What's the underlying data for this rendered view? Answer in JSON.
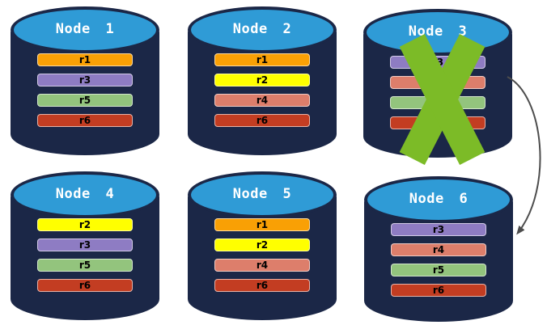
{
  "diagram": {
    "description": "Database cluster of six nodes holding replicated rows; Node 3 has failed (green X) and its replicas fail over to Node 6 (curved arrow).",
    "palette": {
      "cylinder_body": "#1B2747",
      "cylinder_top": "#2F9BD6",
      "node_title_text": "#FFFFFF",
      "row_label_text": "#000000",
      "failure_x": "#7CBB27",
      "arrow": "#4D4D4D",
      "background": "#FFFFFF"
    },
    "nodes": [
      {
        "label": "Node 1",
        "failed": false,
        "rows": [
          {
            "label": "r1",
            "color": "#F9A005"
          },
          {
            "label": "r3",
            "color": "#8E7CC3"
          },
          {
            "label": "r5",
            "color": "#93C47D"
          },
          {
            "label": "r6",
            "color": "#C33D22"
          }
        ]
      },
      {
        "label": "Node 2",
        "failed": false,
        "rows": [
          {
            "label": "r1",
            "color": "#F9A005"
          },
          {
            "label": "r2",
            "color": "#FFFF00"
          },
          {
            "label": "r4",
            "color": "#DD7E6B"
          },
          {
            "label": "r6",
            "color": "#C33D22"
          }
        ]
      },
      {
        "label": "Node 3",
        "failed": true,
        "rows": [
          {
            "label": "r3",
            "color": "#8E7CC3"
          },
          {
            "label": "",
            "color": "#DD7E6B"
          },
          {
            "label": "",
            "color": "#93C47D"
          },
          {
            "label": "",
            "color": "#C33D22"
          }
        ]
      },
      {
        "label": "Node 4",
        "failed": false,
        "rows": [
          {
            "label": "r2",
            "color": "#FFFF00"
          },
          {
            "label": "r3",
            "color": "#8E7CC3"
          },
          {
            "label": "r5",
            "color": "#93C47D"
          },
          {
            "label": "r6",
            "color": "#C33D22"
          }
        ]
      },
      {
        "label": "Node 5",
        "failed": false,
        "rows": [
          {
            "label": "r1",
            "color": "#F9A005"
          },
          {
            "label": "r2",
            "color": "#FFFF00"
          },
          {
            "label": "r4",
            "color": "#DD7E6B"
          },
          {
            "label": "r6",
            "color": "#C33D22"
          }
        ]
      },
      {
        "label": "Node 6",
        "failed": false,
        "rows": [
          {
            "label": "r3",
            "color": "#8E7CC3"
          },
          {
            "label": "r4",
            "color": "#DD7E6B"
          },
          {
            "label": "r5",
            "color": "#93C47D"
          },
          {
            "label": "r6",
            "color": "#C33D22"
          }
        ]
      }
    ],
    "arrow": {
      "from": "Node 3",
      "to": "Node 6"
    }
  }
}
